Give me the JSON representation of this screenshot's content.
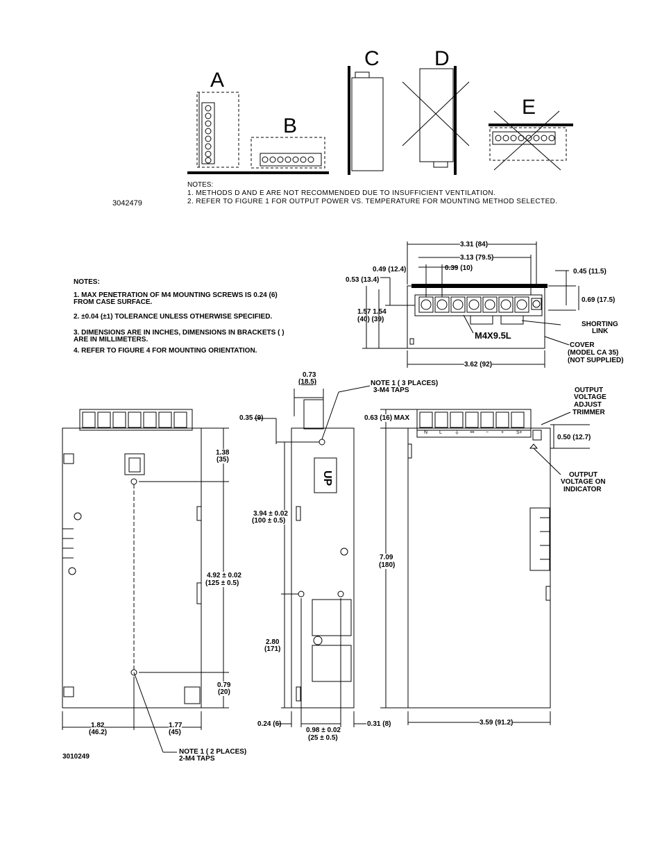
{
  "figure3": {
    "methods": [
      "A",
      "B",
      "C",
      "D",
      "E"
    ],
    "notes_title": "NOTES:",
    "notes": [
      "1. METHODS D AND E ARE NOT RECOMMENDED DUE TO INSUFFICIENT VENTILATION.",
      "2. REFER TO FIGURE 1 FOR OUTPUT POWER VS. TEMPERATURE FOR MOUNTING METHOD SELECTED."
    ],
    "part_number": "3042479"
  },
  "figure4": {
    "notes_title": "NOTES:",
    "notes": [
      "1.  MAX PENETRATION OF M4 MOUNTING SCREWS IS 0.24 (6)",
      "     FROM CASE SURFACE.",
      "2.  ±0.04 (±1) TOLERANCE UNLESS OTHERWISE SPECIFIED.",
      "3. DIMENSIONS ARE IN INCHES, DIMENSIONS IN BRACKETS ( )",
      "     ARE IN MILLIMETERS.",
      "4.  REFER TO FIGURE 4 FOR MOUNTING ORIENTATION."
    ],
    "top_view": {
      "dim_331": "3.31 (84)",
      "dim_313": "3.13 (79.5)",
      "dim_049": "0.49 (12.4)",
      "dim_039": "0.39 (10)",
      "dim_053": "0.53 (13.4)",
      "dim_045": "0.45 (11.5)",
      "dim_069": "0.69 (17.5)",
      "dim_157": "1.57 1.54",
      "dim_157_mm": "(40) (39)",
      "screw": "M4X9.5L",
      "shorting_link": "SHORTING",
      "shorting_link2": "LINK",
      "cover": "COVER",
      "cover2": "(MODEL CA 35)",
      "cover3": "(NOT SUPPLIED)",
      "dim_362": "3.62 (92)"
    },
    "side_view": {
      "dim_073": "0.73",
      "dim_073_mm": "(18.5)",
      "note1_3": "NOTE 1 ( 3 PLACES)",
      "note1_3b": "3-M4 TAPS",
      "dim_035": "0.35 (9)",
      "dim_394": "3.94 ± 0.02",
      "dim_394_mm": "(100 ± 0.5)",
      "dim_280": "2.80",
      "dim_280_mm": "(171)",
      "dim_024": "0.24 (6)",
      "dim_098": "0.98 ± 0.02",
      "dim_098_mm": "(25 ± 0.5)",
      "dim_031": "0.31 (8)",
      "up": "UP"
    },
    "front_view": {
      "dim_138": "1.38",
      "dim_138_mm": "(35)",
      "dim_492": "4.92 ± 0.02",
      "dim_492_mm": "(125 ± 0.5)",
      "dim_079": "0.79",
      "dim_079_mm": "(20)",
      "dim_182": "1.82",
      "dim_182_mm": "(46.2)",
      "dim_177": "1.77",
      "dim_177_mm": "(45)",
      "note1_2": "NOTE 1 ( 2 PLACES)",
      "note1_2b": "2-M4 TAPS",
      "part_number": "3010249"
    },
    "right_view": {
      "dim_063": "0.63 (16) MAX",
      "trimmer1": "OUTPUT",
      "trimmer2": "VOLTAGE",
      "trimmer3": "ADJUST",
      "trimmer4": "TRIMMER",
      "dim_050": "0.50 (12.7)",
      "ind1": "OUTPUT",
      "ind2": "VOLTAGE ON",
      "ind3": "INDICATOR",
      "dim_709": "7.09",
      "dim_709_mm": "(180)",
      "dim_359": "3.59 (91.2)",
      "terminal_labels": [
        "N",
        "L",
        "⏚",
        "⏛",
        "−",
        "+",
        "S+"
      ]
    }
  }
}
